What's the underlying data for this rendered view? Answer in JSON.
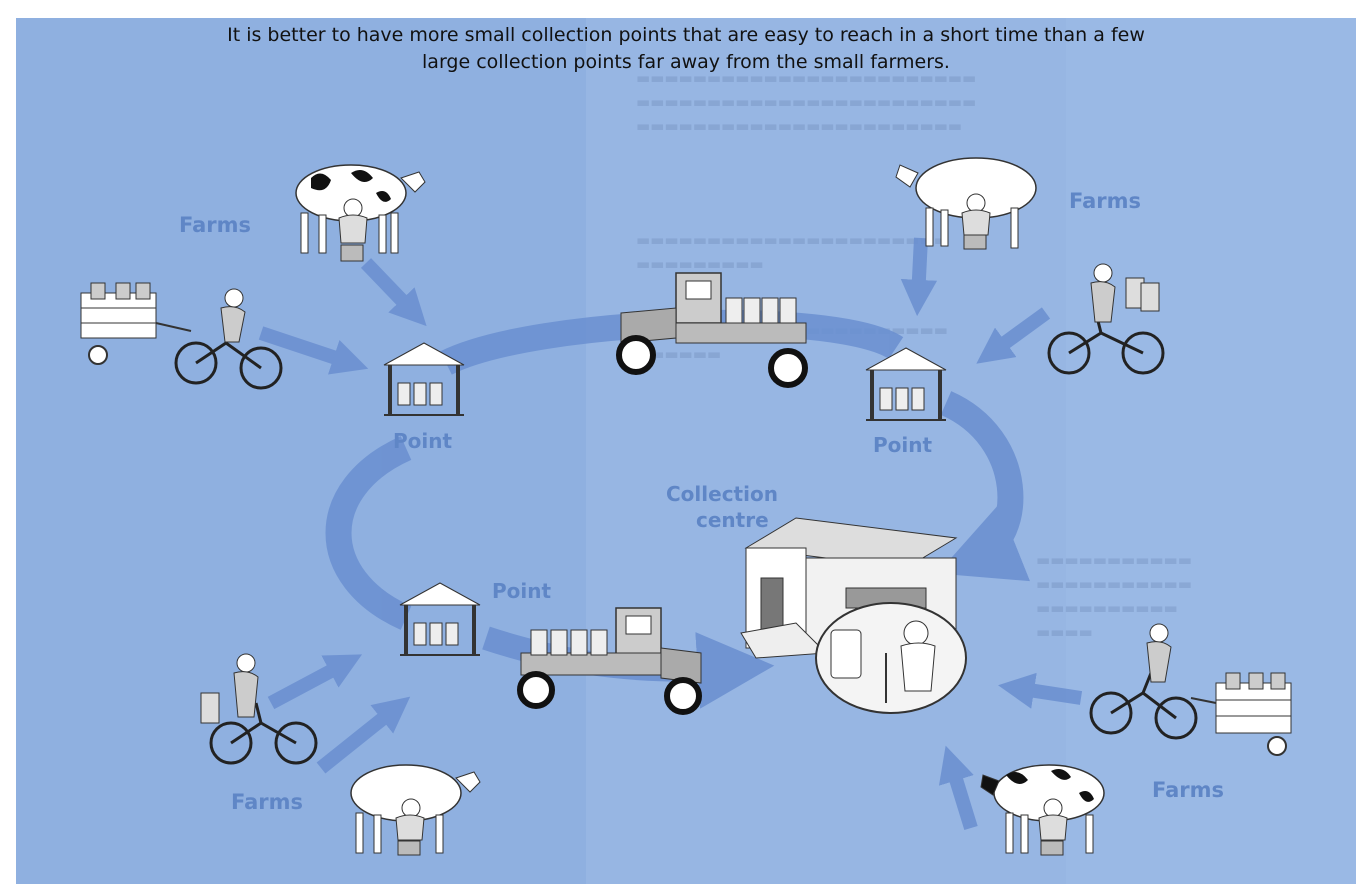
{
  "title": {
    "line1": "It is better to have more small collection points that are easy to reach in a short time than a few",
    "line2": "large collection points far away from the small farmers."
  },
  "labels": {
    "farms": "Farms",
    "point": "Point",
    "collection_centre_line1": "Collection",
    "collection_centre_line2": "centre"
  },
  "colors": {
    "background": "#8fb0e0",
    "label": "#5f86c6",
    "route": "#6a8fd0"
  }
}
